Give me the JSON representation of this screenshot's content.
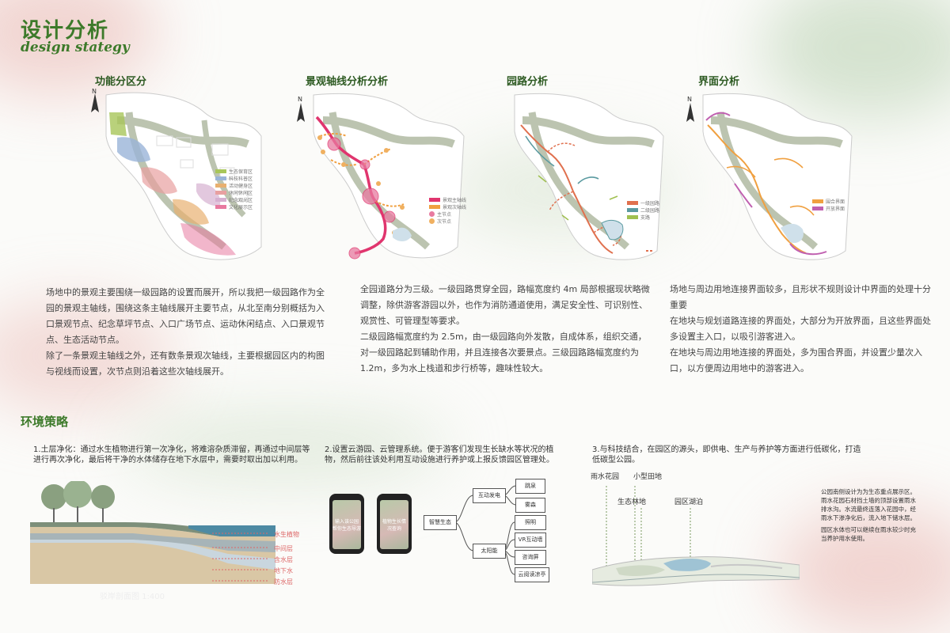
{
  "header": {
    "title_cn": "设计分析",
    "title_en": "design stategy"
  },
  "maps": [
    {
      "title": "功能分区分",
      "legend": [
        "生态保育区",
        "科技科普区",
        "活动健身区",
        "休闲休闲区",
        "纪念观光区",
        "文化展示区"
      ],
      "legend_colors": [
        "#a8c65a",
        "#9ab4d8",
        "#e8b070",
        "#e8a0a0",
        "#d6b0d0",
        "#e87aa0"
      ]
    },
    {
      "title": "景观轴线分析分析",
      "legend": [
        "景观主轴线",
        "景观次轴线",
        "主节点",
        "次节点"
      ],
      "legend_colors": [
        "#e0356e",
        "#f0a040",
        "#e87aa0",
        "#f0b060"
      ]
    },
    {
      "title": "园路分析",
      "legend": [
        "一级园路",
        "二级园路",
        "支路"
      ],
      "legend_colors": [
        "#e0704e",
        "#5a9aa0",
        "#a0c050"
      ]
    },
    {
      "title": "界面分析",
      "legend": [
        "围合界面",
        "开放界面"
      ],
      "legend_colors": [
        "#f0a040",
        "#c060b0"
      ]
    }
  ],
  "paragraphs": {
    "col1": [
      "场地中的景观主要围绕一级园路的设置而展开，所以我把一级园路作为全园的景观主轴线，围绕这条主轴线展开主要节点，从北至南分别概括为入口景观节点、纪念草坪节点、入口广场节点、运动休闲结点、入口景观节点、生态活动节点。",
      "除了一条景观主轴线之外，还有数条景观次轴线，主要根据园区内的构图与视线而设置，次节点则沿着这些次轴线展开。"
    ],
    "col2": [
      "全园道路分为三级。一级园路贯穿全园，路幅宽度约 4m 局部根据现状略微调整，除供游客游园以外，也作为消防通道使用，满足安全性、可识别性、观赏性、可管理型等要求。",
      "二级园路幅宽度约为 2.5m，由一级园路向外发散，自成体系，组织交通，对一级园路起到辅助作用，并且连接各次要景点。三级园路路幅宽度约为 1.2m，多为水上栈道和步行桥等，趣味性较大。"
    ],
    "col3": [
      "场地与周边用地连接界面较多，且形状不规则设计中界面的处理十分重要",
      "在地块与规划道路连接的界面处，大部分为开放界面，且这些界面处多设置主入口，以吸引游客进入。",
      "在地块与周边用地连接的界面处，多为围合界面，并设置少量次入口，以方便周边用地中的游客进入。"
    ]
  },
  "section2": {
    "title": "环境策略"
  },
  "strategy1": {
    "text": "1.土层净化：通过水生植物进行第一次净化，将难溶杂质滞留，再通过中间层等进行再次净化，最后将干净的水体储存在地下水层中，需要时取出加以利用。",
    "layers": [
      "水生植物",
      "中间层",
      "含水层",
      "地下水",
      "防水层"
    ],
    "caption": "驳岸剖面图 1:400"
  },
  "strategy2": {
    "text": "2.设置云游园、云管理系统。便于游客们发现生长缺水等状况的植物，然后前往该处利用互动设施进行养护或上报反馈园区管理处。",
    "phone1": [
      "输入该公园",
      "帮你生态导游"
    ],
    "phone2": [
      "植物生长情",
      "况查询"
    ],
    "root": "智慧生态",
    "branches": [
      "互动发电",
      "太阳能"
    ],
    "leaves1": [
      "跳泉",
      "雾森"
    ],
    "leaves2": [
      "照明",
      "VR互动墙",
      "咨询屏",
      "云阅读凉亭"
    ]
  },
  "strategy3": {
    "text": "3.与科技结合，在园区的源头，即供电、生产与养护等方面进行低碳化，打造低碳型公园。",
    "labels": [
      "雨水花园",
      "小型田地",
      "生态林地",
      "园区湖泊"
    ],
    "notes": [
      "公园南侧设计为为生态重点展示区。",
      "雨水花园石材挡土墙的顶部设置雨水排水沟。水流最终连落入花园中，经雨水下渗净化后，流入地下储水层。",
      "园区水体也可以继续在雨水较少时充当养护用水使用。"
    ]
  }
}
